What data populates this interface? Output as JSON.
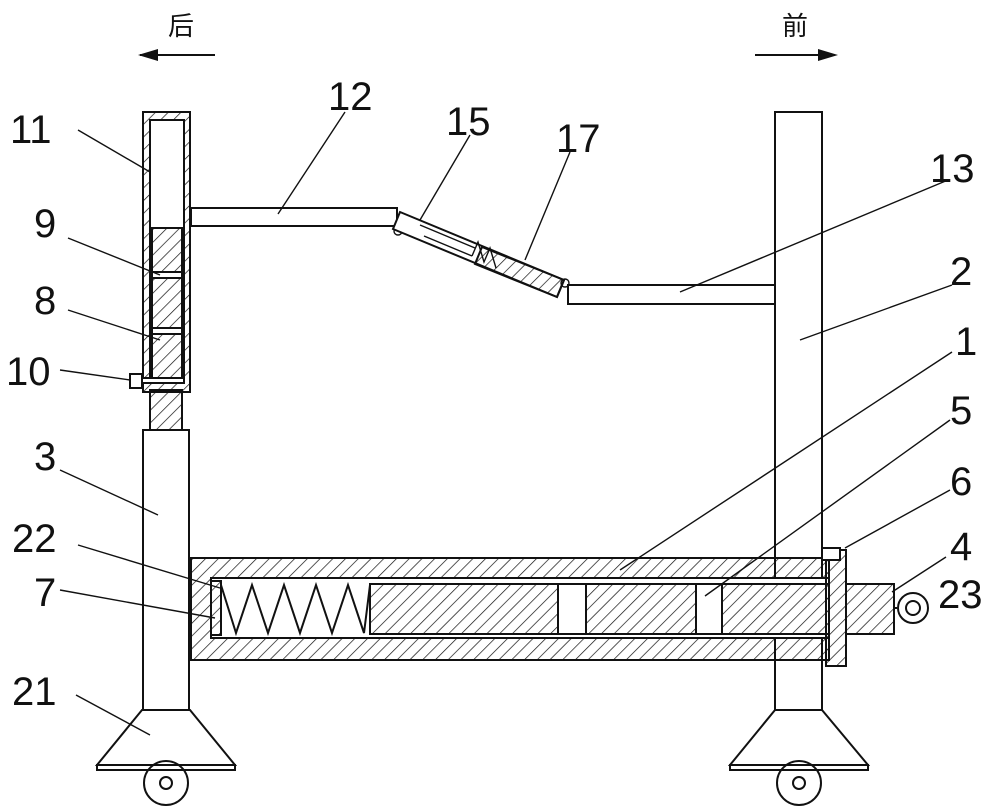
{
  "directions": {
    "rear": "后",
    "front": "前"
  },
  "labels": {
    "l1": "1",
    "l2": "2",
    "l3": "3",
    "l4": "4",
    "l5": "5",
    "l6": "6",
    "l7": "7",
    "l8": "8",
    "l9": "9",
    "l10": "10",
    "l11": "11",
    "l12": "12",
    "l13": "13",
    "l15": "15",
    "l17": "17",
    "l21": "21",
    "l22": "22",
    "l23": "23"
  }
}
